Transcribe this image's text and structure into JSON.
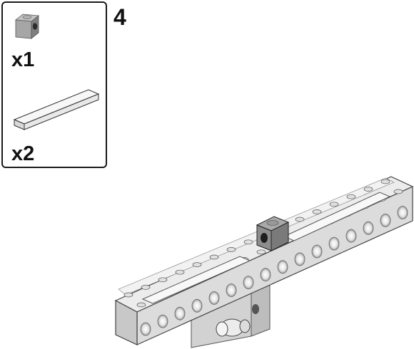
{
  "step": {
    "number": "4"
  },
  "parts_list": {
    "items": [
      {
        "icon": "technic-brick-1x1-with-hole-icon",
        "color": "#9a9a9a",
        "quantity": "x1"
      },
      {
        "icon": "tile-1x8-icon",
        "color": "#f2f2f2",
        "quantity": "x2"
      }
    ]
  },
  "model": {
    "icon": "technic-beam-assembly-icon",
    "brick_color": "#e4e4e4",
    "highlight_part_color": "#8f8f8f"
  }
}
